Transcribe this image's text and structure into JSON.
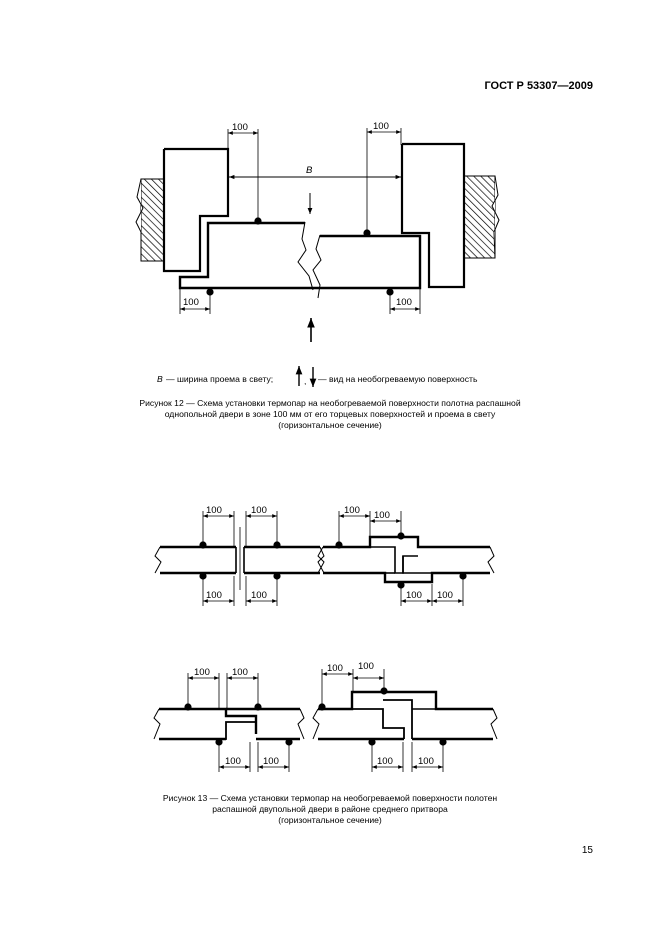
{
  "header": {
    "standard": "ГОСТ Р 53307—2009"
  },
  "figure12": {
    "width_letter": "В",
    "dim_label": "100",
    "legend_letter": "В",
    "legend_text_1": "— ширина проема в свету;",
    "legend_sep": ",",
    "legend_text_2": "— вид на необогреваемую поверхность",
    "caption_lines": [
      "Рисунок 12 — Схема установки термопар на необогреваемой поверхности полотна распашной",
      "однопольной двери в зоне 100 мм от его торцевых поверхностей и проема в свету",
      "(горизонтальное сечение)"
    ]
  },
  "figure13": {
    "dim_label": "100",
    "caption_lines": [
      "Рисунок 13 — Схема установки термопар на необогреваемой поверхности полотен",
      "распашной двупольной двери в районе среднего притвора",
      "(горизонтальное сечение)"
    ]
  },
  "page_number": "15"
}
